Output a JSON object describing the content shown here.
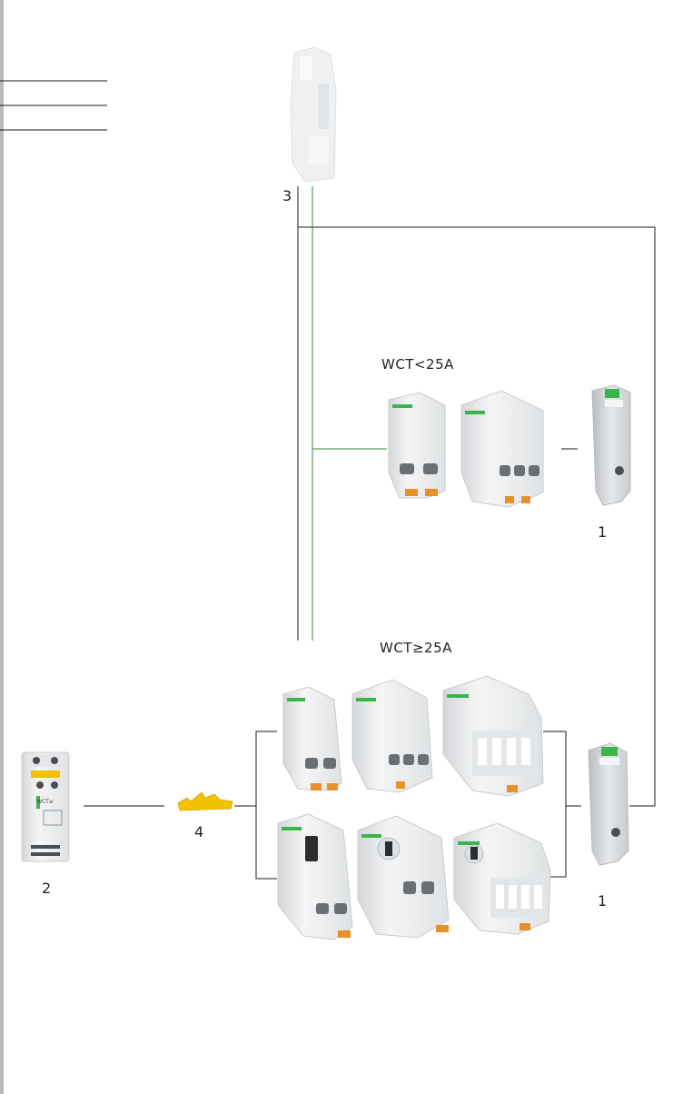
{
  "headings": {
    "small_range": "WCT<25A",
    "large_range": "WCT≥25A"
  },
  "labels": {
    "aux_top": "3",
    "aux_mid": "1",
    "aux_bottom": "1",
    "control_module": "2",
    "comb_link": "4"
  },
  "device_text": {
    "control_module_name": "WCT≤"
  },
  "colors": {
    "black_line": "#1a1a1a",
    "green_line": "#2e8b3a",
    "device_body": "#eceef0",
    "terminal_orange": "#e8912a",
    "comb_yellow": "#f2c200"
  }
}
